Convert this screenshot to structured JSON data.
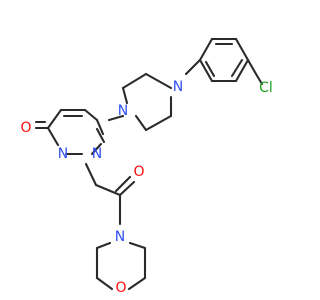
{
  "molecule": {
    "atom_labels": {
      "cl": "Cl",
      "n_piperazine_top": "N",
      "n_piperazine_bottom": "N",
      "n_ring_right": "N",
      "n_ring_left": "N",
      "o_carbonyl_ring": "O",
      "o_carbonyl_chain": "O",
      "n_morpholine": "N",
      "o_morpholine": "O"
    },
    "colors": {
      "bond": "#2b2b2b",
      "nitrogen": "#3050F8",
      "oxygen": "#FF0D0D",
      "chlorine": "#1FA01F"
    }
  }
}
